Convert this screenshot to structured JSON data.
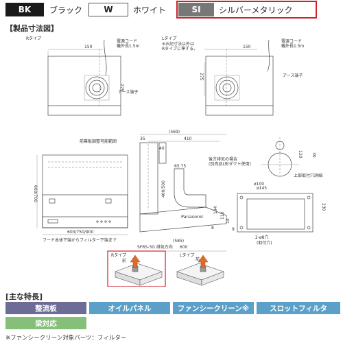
{
  "legend": {
    "items": [
      {
        "code": "BK",
        "name": "ブラック"
      },
      {
        "code": "W",
        "name": "ホワイト"
      },
      {
        "code": "SI",
        "name": "シルバーメタリック"
      }
    ],
    "selected": "SI"
  },
  "section": {
    "dimensions_title": "【製品寸法図】",
    "features_title": "[主な特長]"
  },
  "drawing": {
    "r_type": "Rタイプ",
    "l_type": "Lタイプ",
    "l_note_1": "※お記寸法以外は",
    "l_note_2": "Rタイプに準ずる。",
    "cord_1": "電源コード",
    "cord_2": "機外長1.5m",
    "earth": "アース端子",
    "dims": {
      "d150": "150",
      "d275": "275",
      "d569": "(569)",
      "d410": "410",
      "d35": "35",
      "d6575": "65 75",
      "d40": "40",
      "d120": "120",
      "d145": "ø145",
      "d100": "ø100",
      "d30": "30",
      "d230": "230",
      "d400": "400/500",
      "d600700": "600/700",
      "d585": "(585)",
      "d600": "600",
      "d8": "8",
      "d194": "194",
      "d110": "110",
      "d14": "14",
      "d9": "9",
      "d600900": "600/750/900",
      "dphi8": "2-ø8穴",
      "dtoritsuke": "(取付穴)"
    },
    "front_cover": "前幕板調整可能範囲",
    "rear_exhaust_1": "後方排気の場合",
    "rear_exhaust_2": "(別売品L形ダクト使用)",
    "top_mount": "上部取付穴詳細",
    "hood_note": "フード本体下端からフィルター下端まで",
    "brand": "Panasonic",
    "exhaust_dir": "SFRS-3G 排気方向",
    "r_small": "Rタイプ",
    "l_small": "Lタイプ",
    "mae": "前"
  },
  "features": [
    "整流板",
    "オイルパネル",
    "ファンシークリーン※",
    "スロットフィルタ",
    "梁対応"
  ],
  "footnote": "※ファンシークリーン対象パーツ：フィルター",
  "colors": {
    "black": "#1a1a1a",
    "silver": "#777777",
    "highlight": "#d21f2a",
    "feature_purple": "#6c6c96",
    "feature_blue": "#5ba0c8",
    "feature_green": "#86bf7a"
  }
}
